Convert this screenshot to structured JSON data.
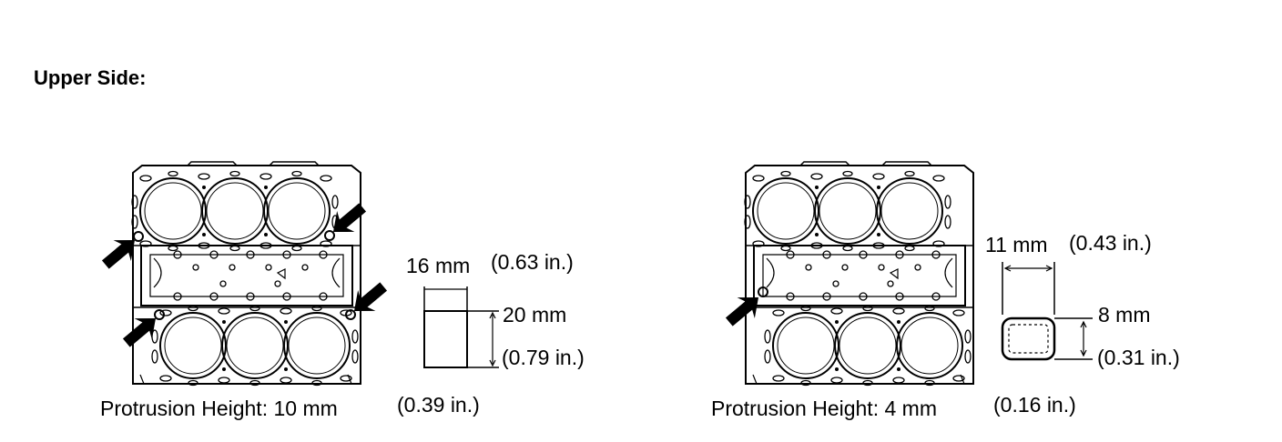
{
  "heading": "Upper Side:",
  "left": {
    "width_mm": "16 mm",
    "width_in": "(0.63 in.)",
    "height_mm": "20 mm",
    "height_in": "(0.79 in.)",
    "caption": "Protrusion Height: 10 mm",
    "caption_in": "(0.39 in.)"
  },
  "right": {
    "width_mm": "11 mm",
    "width_in": "(0.43 in.)",
    "height_mm": "8 mm",
    "height_in": "(0.31 in.)",
    "caption": "Protrusion Height: 4 mm",
    "caption_in": "(0.16 in.)"
  }
}
